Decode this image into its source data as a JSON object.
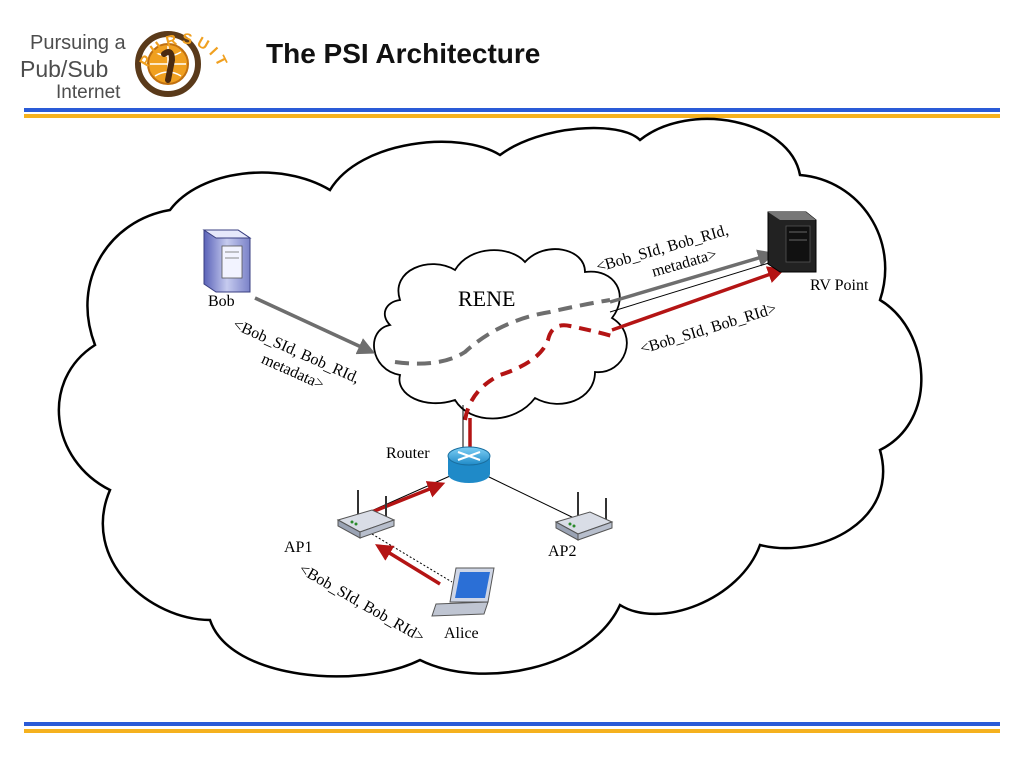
{
  "header": {
    "logo_line1": "Pursuing a",
    "logo_line2": "Pub/Sub",
    "logo_line3": "Internet",
    "logo_arc": "PURSUIT",
    "title": "The PSI Architecture"
  },
  "diagram": {
    "bob": "Bob",
    "bob_msg_l1": "<Bob_SId, Bob_RId,",
    "bob_msg_l2": "metadata>",
    "rene": "RENE",
    "rv_point": "RV Point",
    "rv_msg_top_l1": "<Bob_SId, Bob_RId,",
    "rv_msg_top_l2": "metadata>",
    "rv_msg_bottom": "<Bob_SId, Bob_RId>",
    "router": "Router",
    "ap1": "AP1",
    "ap2": "AP2",
    "alice": "Alice",
    "alice_msg": "<Bob_SId, Bob_RId>"
  },
  "colors": {
    "publish_path": "#6e6e6e",
    "subscribe_path": "#b41414",
    "accent_blue": "#2a5bd7",
    "accent_gold": "#f5b11e"
  }
}
